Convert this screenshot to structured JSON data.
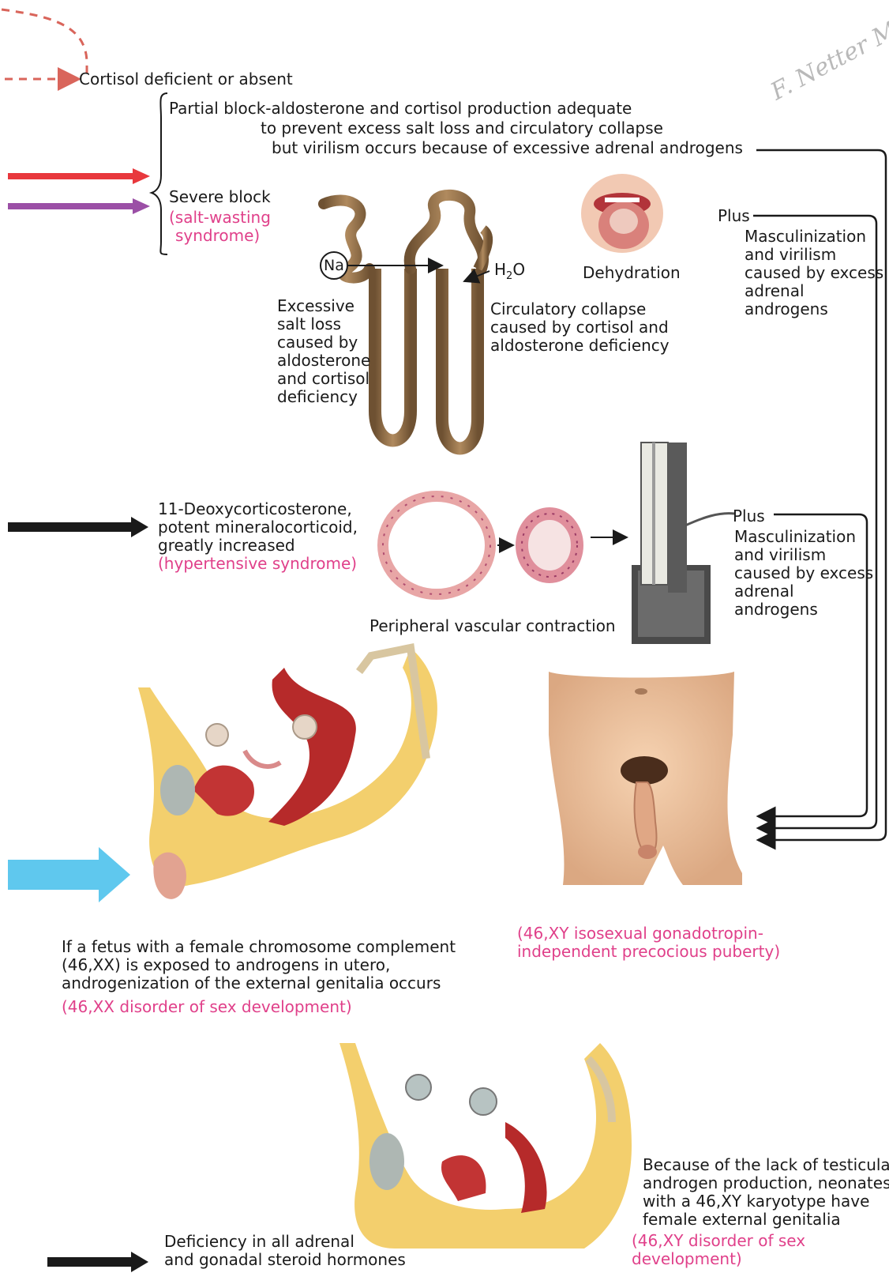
{
  "signature": "F. Netter M.D.",
  "legend": {
    "cortisol": "Cortisol deficient or absent"
  },
  "bracket": {
    "partial_line1": "Partial block-aldosterone and cortisol production adequate",
    "partial_line2": "to prevent excess salt loss and circulatory collapse",
    "partial_line3": "but virilism occurs because of excessive adrenal androgens",
    "severe": "Severe block",
    "salt_wasting_1": "(salt-wasting",
    "salt_wasting_2": "syndrome)"
  },
  "kidney": {
    "na": "Na",
    "h2o": "H",
    "h2o_sub": "2",
    "h2o_o": "O",
    "dehydration": "Dehydration",
    "excess_salt": [
      "Excessive",
      "salt loss",
      "caused by",
      "aldosterone",
      "and cortisol",
      "deficiency"
    ],
    "circ_collapse": [
      "Circulatory collapse",
      "caused by cortisol and",
      "aldosterone deficiency"
    ]
  },
  "plus_top": {
    "plus": "Plus",
    "lines": [
      "Masculinization",
      "and virilism",
      "caused by excess",
      "adrenal",
      "androgens"
    ]
  },
  "hypertensive": {
    "lines": [
      "11-Deoxycorticosterone,",
      "potent mineralocorticoid,",
      "greatly increased"
    ],
    "syndrome": "(hypertensive syndrome)",
    "vascular": "Peripheral vascular contraction"
  },
  "plus_mid": {
    "plus": "Plus",
    "lines": [
      "Masculinization",
      "and virilism",
      "caused by excess",
      "adrenal",
      "androgens"
    ]
  },
  "female": {
    "lines": [
      "If a fetus with a female chromosome complement",
      "(46,XX) is exposed to androgens in utero,",
      "androgenization of the external genitalia occurs"
    ],
    "dsd": "(46,XX disorder of sex development)"
  },
  "male": {
    "line1": "(46,XY isosexual gonadotropin-",
    "line2": "independent precocious puberty)"
  },
  "xy": {
    "lines": [
      "Because of the lack of testicular",
      "androgen production, neonates",
      "with a 46,XY karyotype have",
      "female external genitalia"
    ],
    "dsd1": "(46,XY disorder of sex",
    "dsd2": "development)"
  },
  "deficiency": {
    "lines": [
      "Deficiency in all adrenal",
      "and gonadal steroid hormones"
    ]
  },
  "colors": {
    "pink_text": "#e0408a",
    "red_arrow": "#e8383d",
    "purple_arrow": "#9b4fa6",
    "black_arrow": "#1a1a1a",
    "blue_arrow": "#5fc8ee",
    "dashed_arrow": "#d9655b"
  }
}
